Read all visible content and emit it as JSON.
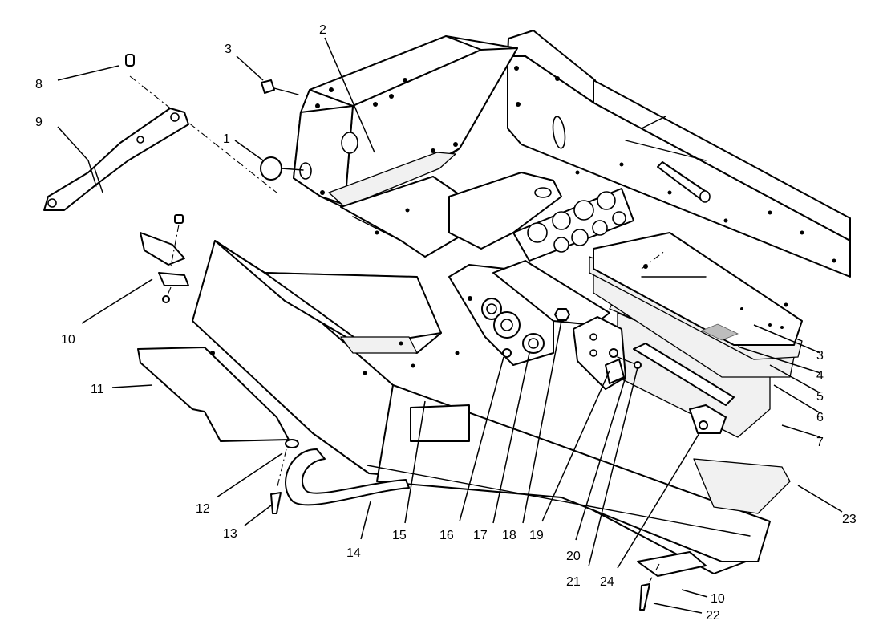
{
  "callouts": [
    {
      "id": "c1",
      "label": "1"
    },
    {
      "id": "c2",
      "label": "2"
    },
    {
      "id": "c3a",
      "label": "3"
    },
    {
      "id": "c3b",
      "label": "3"
    },
    {
      "id": "c4",
      "label": "4"
    },
    {
      "id": "c5",
      "label": "5"
    },
    {
      "id": "c6",
      "label": "6"
    },
    {
      "id": "c7",
      "label": "7"
    },
    {
      "id": "c8",
      "label": "8"
    },
    {
      "id": "c9",
      "label": "9"
    },
    {
      "id": "c10a",
      "label": "10"
    },
    {
      "id": "c10b",
      "label": "10"
    },
    {
      "id": "c11",
      "label": "11"
    },
    {
      "id": "c12",
      "label": "12"
    },
    {
      "id": "c13",
      "label": "13"
    },
    {
      "id": "c14",
      "label": "14"
    },
    {
      "id": "c15",
      "label": "15"
    },
    {
      "id": "c16",
      "label": "16"
    },
    {
      "id": "c17",
      "label": "17"
    },
    {
      "id": "c18",
      "label": "18"
    },
    {
      "id": "c19",
      "label": "19"
    },
    {
      "id": "c20",
      "label": "20"
    },
    {
      "id": "c21",
      "label": "21"
    },
    {
      "id": "c22",
      "label": "22"
    },
    {
      "id": "c23",
      "label": "23"
    },
    {
      "id": "c24",
      "label": "24"
    }
  ]
}
